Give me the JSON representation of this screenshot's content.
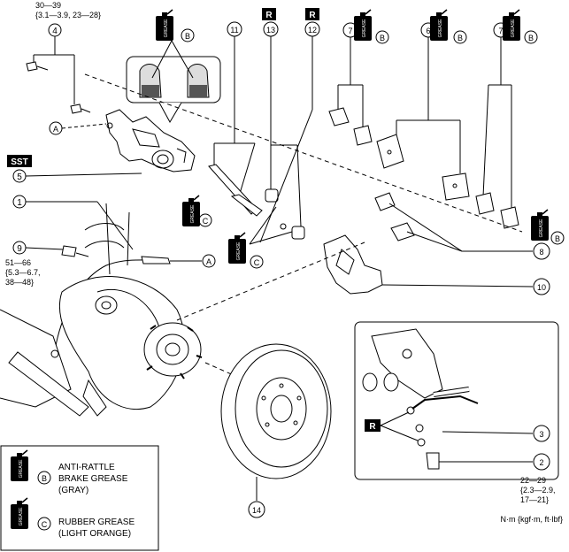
{
  "callouts": {
    "n1": "1",
    "n2": "2",
    "n3": "3",
    "n4": "4",
    "n5": "5",
    "n6": "6",
    "n7a": "7",
    "n7b": "7",
    "n8": "8",
    "n9": "9",
    "n10": "10",
    "n11": "11",
    "n12": "12",
    "n13": "13",
    "n14": "14"
  },
  "letters": {
    "A": "A",
    "B": "B",
    "C": "C",
    "R": "R"
  },
  "sst_label": "SST",
  "torques": {
    "bolt4_line1": "30—39",
    "bolt4_line2": "{3.1—3.9, 23—28}",
    "bolt9_line1": "51—66",
    "bolt9_line2": "{5.3—6.7,",
    "bolt9_line3": "38—48}",
    "bolt2_line1": "22—29",
    "bolt2_line2": "{2.3—2.9,",
    "bolt2_line3": "17—21}"
  },
  "grease_can_label": "GREASE",
  "legend": {
    "b_line1": "ANTI-RATTLE",
    "b_line2": "BRAKE GREASE",
    "b_line3": "(GRAY)",
    "c_line1": "RUBBER GREASE",
    "c_line2": "(LIGHT ORANGE)"
  },
  "units": "N·m {kgf·m, ft·lbf}"
}
